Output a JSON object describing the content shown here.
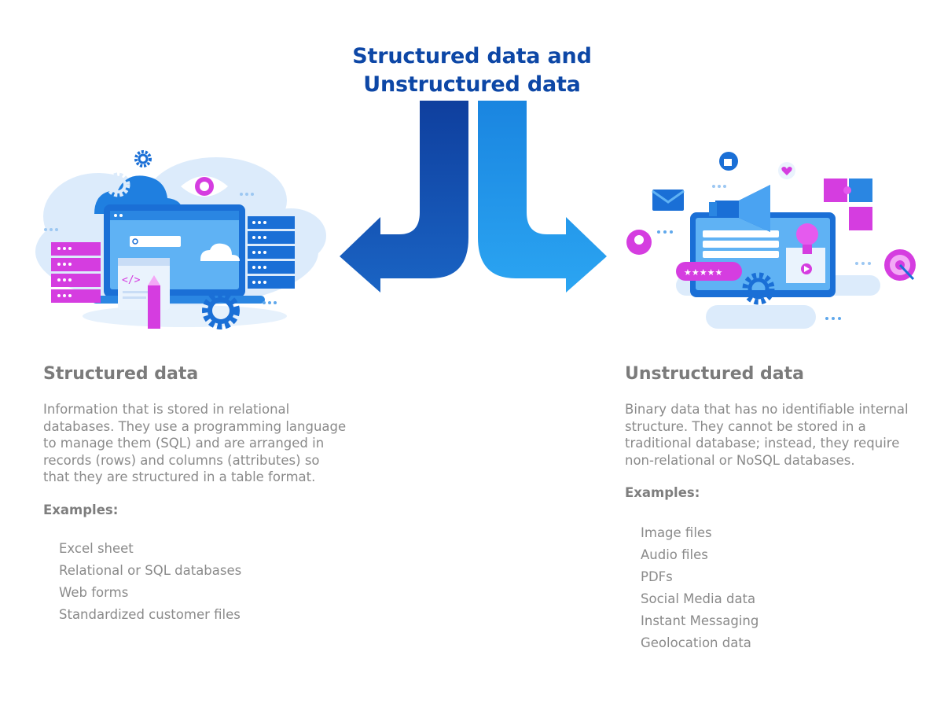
{
  "title": {
    "line1": "Structured data and",
    "line2": "Unstructured data"
  },
  "colors": {
    "title": "#0d47a6",
    "arrow_dark": "#1256b8",
    "arrow_light": "#1e95ea",
    "magenta": "#d53de0",
    "text_gray": "#8a8a8a"
  },
  "structured": {
    "heading": "Structured data",
    "description": "Information that is stored in relational databases. They use a programming language to manage them (SQL) and are arranged in records (rows) and columns (attributes) so that they are structured in a table format.",
    "examples_label": "Examples:",
    "examples": [
      "Excel sheet",
      "Relational or SQL databases",
      "Web forms",
      "Standardized customer files"
    ]
  },
  "unstructured": {
    "heading": "Unstructured data",
    "description": "Binary data that has no identifiable internal structure. They cannot be stored in a traditional database; instead, they require non-relational or NoSQL databases.",
    "examples_label": "Examples:",
    "examples": [
      "Image files",
      "Audio files",
      "PDFs",
      "Social Media data",
      "Instant Messaging",
      "Geolocation data"
    ]
  },
  "icons": [
    "split-arrows-icon",
    "server-icon",
    "cloud-icon",
    "laptop-icon",
    "gear-icon",
    "eye-icon",
    "code-window-icon",
    "pencil-icon",
    "megaphone-icon",
    "thumbs-up-icon",
    "heart-icon",
    "puzzle-icon",
    "mail-icon",
    "location-pin-icon",
    "target-icon",
    "lightbulb-icon",
    "play-icon",
    "rating-stars-icon"
  ]
}
